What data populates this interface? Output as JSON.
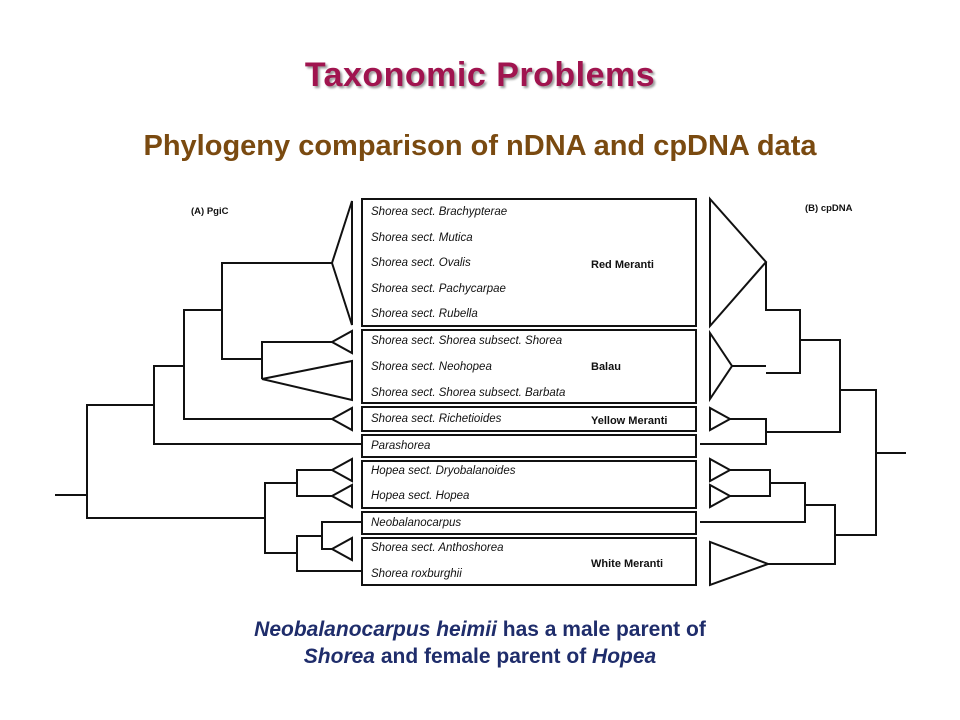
{
  "title": "Taxonomic Problems",
  "subtitle": "Phylogeny comparison of nDNA and cpDNA data",
  "diagram": {
    "left_header": "(A) PgiC",
    "right_header": "(B) cpDNA",
    "groups": {
      "red": "Red Meranti",
      "balau": "Balau",
      "yellow": "Yellow Meranti",
      "white": "White Meranti"
    },
    "taxa": [
      "Shorea sect. Brachypterae",
      "Shorea sect. Mutica",
      "Shorea sect. Ovalis",
      "Shorea sect. Pachycarpae",
      "Shorea sect. Rubella",
      "Shorea sect. Shorea subsect. Shorea",
      "Shorea sect. Neohopea",
      "Shorea sect. Shorea subsect. Barbata",
      "Shorea sect. Richetioides",
      "Parashorea",
      "Hopea sect. Dryobalanoides",
      "Hopea sect. Hopea",
      "Neobalanocarpus",
      "Shorea sect. Anthoshorea",
      "Shorea roxburghii"
    ]
  },
  "caption": {
    "line1_italic": "Neobalanocarpus heimii",
    "line1_rest": " has a male parent of",
    "line2_italic1": "Shorea",
    "line2_mid": " and female parent of ",
    "line2_italic2": "Hopea"
  }
}
